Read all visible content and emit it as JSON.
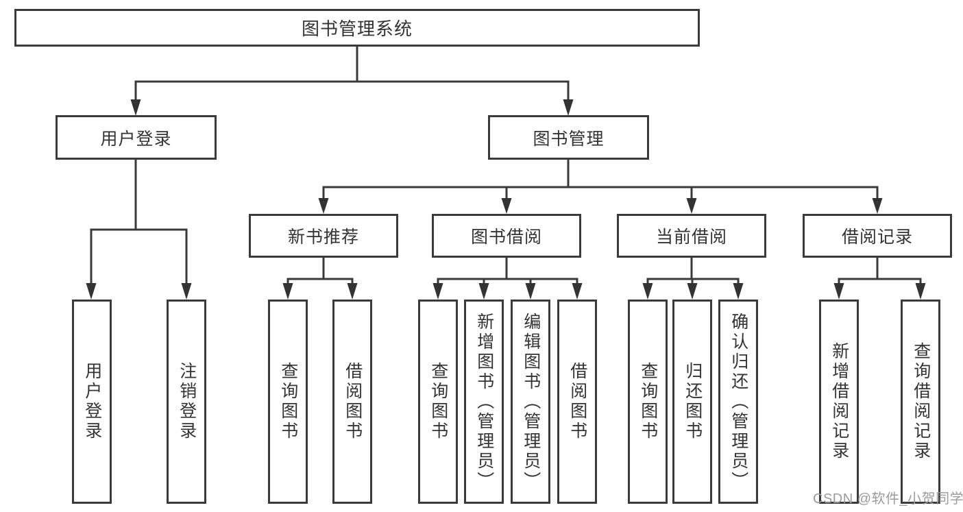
{
  "diagram": {
    "root": "图书管理系统",
    "level2": {
      "user_login": "用户登录",
      "book_mgmt": "图书管理"
    },
    "level3": {
      "new_books": "新书推荐",
      "book_borrow": "图书借阅",
      "current_borrow": "当前借阅",
      "borrow_records": "借阅记录"
    },
    "leaves": {
      "user_login": "用户登录",
      "logout": "注销登录",
      "nb_query": "查询图书",
      "nb_borrow": "借阅图书",
      "bb_query": "查询图书",
      "bb_add": "新增图书（管理员）",
      "bb_edit": "编辑图书（管理员）",
      "bb_borrow": "借阅图书",
      "cb_query": "查询图书",
      "cb_return": "归还图书",
      "cb_confirm": "确认归还（管理员）",
      "br_add": "新增借阅记录",
      "br_query": "查询借阅记录"
    }
  },
  "watermark": "CSDN @软件_小贺同学",
  "colors": {
    "line": "#3a3a3a",
    "text": "#333333",
    "watermark": "#9b9b9b",
    "background": "#ffffff"
  }
}
